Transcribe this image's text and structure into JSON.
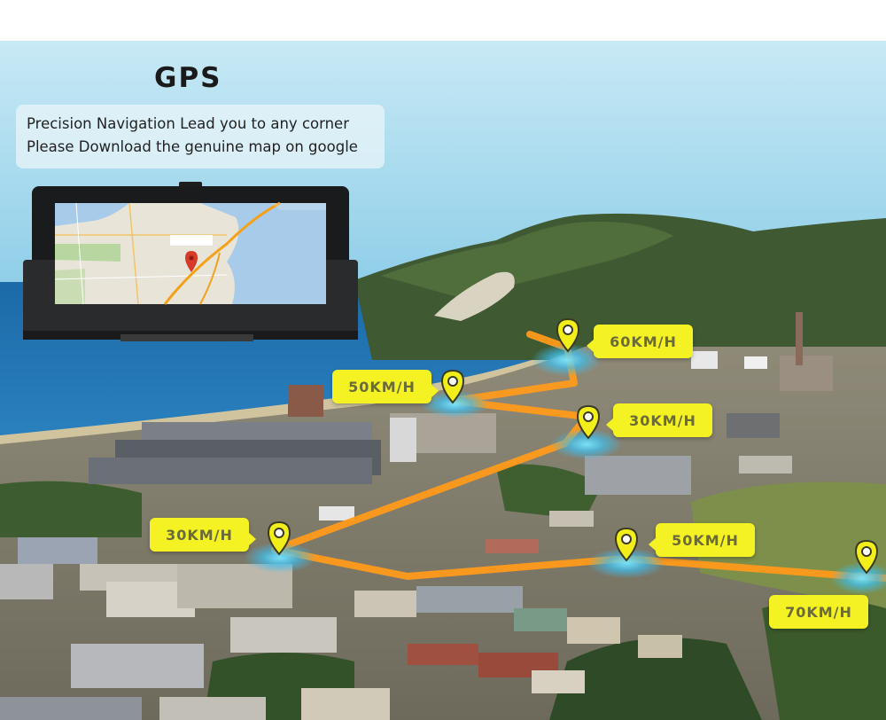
{
  "header": {
    "title": "GPS",
    "line1": "Precision Navigation  Lead you to any corner",
    "line2": "Please Download the genuine map on google"
  },
  "speed_labels": {
    "s1": "60KM/H",
    "s2": "50KM/H",
    "s3": "30KM/H",
    "s4": "30KM/H",
    "s5": "50KM/H",
    "s6": "70KM/H"
  },
  "colors": {
    "route": "#ff9a1a",
    "label_bg": "#f4f223",
    "label_text": "#6b6b3a",
    "pin": "#f2ee1a",
    "sea": "#1d6fb0",
    "sky": "#8fd0ea"
  }
}
